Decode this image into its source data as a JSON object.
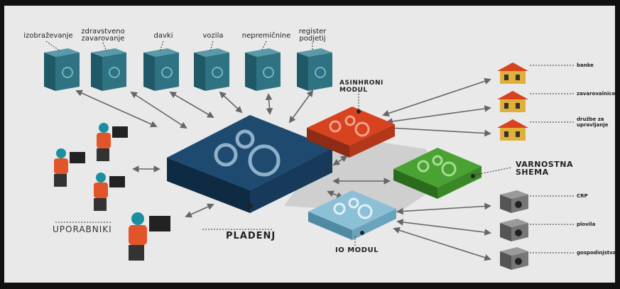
{
  "databases": [
    "izobraževanje",
    "zdravstveno zavarovanje",
    "davki",
    "vozila",
    "nepremičnine",
    "register podjetij"
  ],
  "hub": {
    "label": "PLADENJ",
    "color": "#1e4a70"
  },
  "modules": {
    "async": {
      "label": "ASINHRONI MODUL",
      "color": "#d8421f"
    },
    "security": {
      "label": "VARNOSTNA SHEMA",
      "color": "#4aa233"
    },
    "io": {
      "label": "IO MODUL",
      "color": "#8cc0d6"
    }
  },
  "users_label": "UPORABNIKI",
  "institutions": [
    "banke",
    "zavarovalnice",
    "družbe za upravljanje"
  ],
  "registers": [
    "CRP",
    "plovila",
    "gospodinjstva"
  ]
}
